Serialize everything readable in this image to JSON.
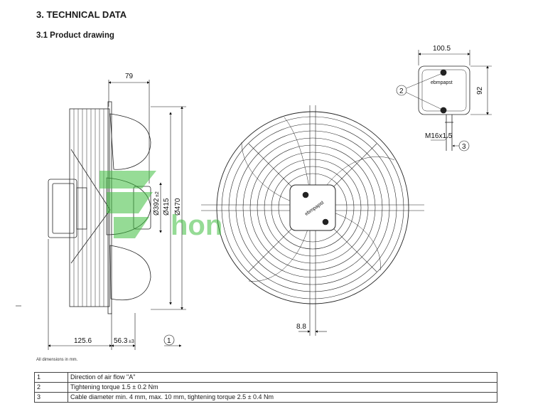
{
  "section_title": "3. TECHNICAL DATA",
  "subsection_title": "3.1 Product drawing",
  "side_view": {
    "dim_top": "79",
    "dim_d392": "Ø392",
    "dim_d392_tol": "±2",
    "dim_d415": "Ø415",
    "dim_d470": "Ø470",
    "dim_bottom_left": "125.6",
    "dim_bottom_right": "56.3",
    "dim_bottom_right_tol": "±3",
    "callout_1": "1"
  },
  "front_view": {
    "dim_8_8": "8.8",
    "brand_label": "ebmpapst"
  },
  "box_detail": {
    "dim_width": "100.5",
    "dim_height": "92",
    "callout_2": "2",
    "callout_3": "3",
    "thread": "M16x1.5",
    "brand_label": "ebmpapst"
  },
  "watermark": "hon",
  "note": "All dimensions in mm.",
  "legend": [
    {
      "num": "1",
      "text": "Direction of air flow \"A\""
    },
    {
      "num": "2",
      "text": "Tightening torque 1.5 ± 0.2 Nm"
    },
    {
      "num": "3",
      "text": "Cable diameter min. 4 mm, max. 10 mm, tightening torque 2.5 ± 0.4 Nm"
    }
  ],
  "colors": {
    "line": "#222222",
    "watermark": "#3fbf3f"
  }
}
